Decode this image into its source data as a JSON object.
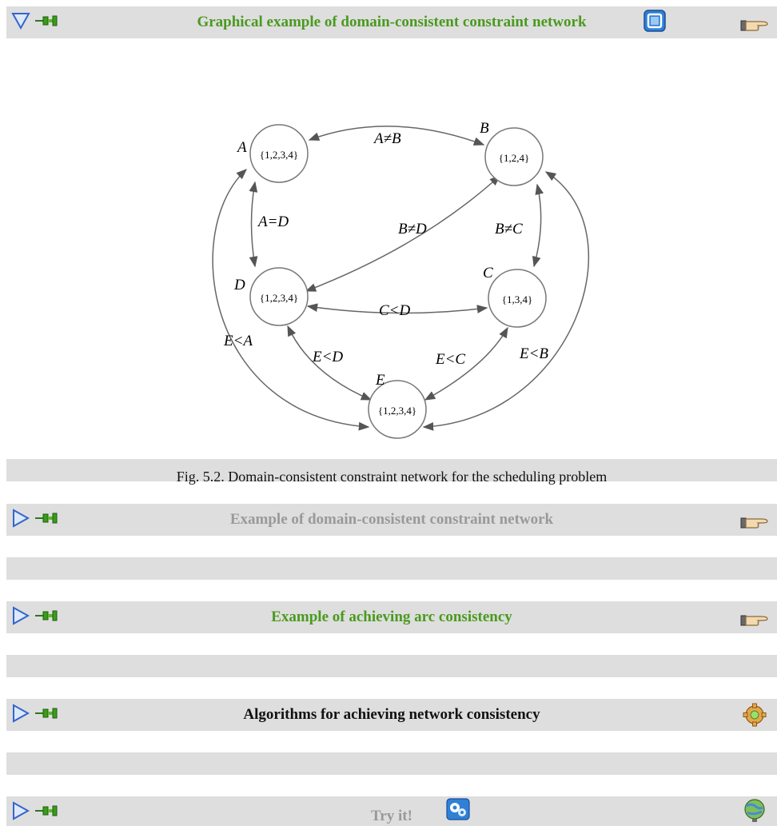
{
  "sections": [
    {
      "title": "Graphical example of domain-consistent constraint network",
      "expanded": true,
      "title_color": "#4a9a1e",
      "right_icon": "pointing-hand-icon",
      "mid_icon": "window-icon"
    },
    {
      "title": "Example of domain-consistent constraint network",
      "expanded": false,
      "title_color": "#999999",
      "right_icon": "pointing-hand-icon"
    },
    {
      "title": "Example of achieving arc consistency",
      "expanded": false,
      "title_color": "#4a9a1e",
      "right_icon": "pointing-hand-icon"
    },
    {
      "title": "Algorithms for achieving network consistency",
      "expanded": false,
      "title_color": "#111111",
      "right_icon": "gear-icon"
    },
    {
      "title": "Try it!",
      "expanded": false,
      "title_color": "#999999",
      "right_icon": "globe-icon",
      "mid_icon": "gears-icon"
    }
  ],
  "figure": {
    "caption": "Fig. 5.2. Domain-consistent constraint network for the scheduling problem",
    "nodes": [
      {
        "id": "A",
        "label": "A",
        "domain": "{1,2,3,4}"
      },
      {
        "id": "B",
        "label": "B",
        "domain": "{1,2,4}"
      },
      {
        "id": "C",
        "label": "C",
        "domain": "{1,3,4}"
      },
      {
        "id": "D",
        "label": "D",
        "domain": "{1,2,3,4}"
      },
      {
        "id": "E",
        "label": "E",
        "domain": "{1,2,3,4}"
      }
    ],
    "edges": [
      {
        "label": "A≠B"
      },
      {
        "label": "A=D"
      },
      {
        "label": "B≠D"
      },
      {
        "label": "B≠C"
      },
      {
        "label": "C<D"
      },
      {
        "label": "E<A"
      },
      {
        "label": "E<D"
      },
      {
        "label": "E<C"
      },
      {
        "label": "E<B"
      }
    ]
  }
}
